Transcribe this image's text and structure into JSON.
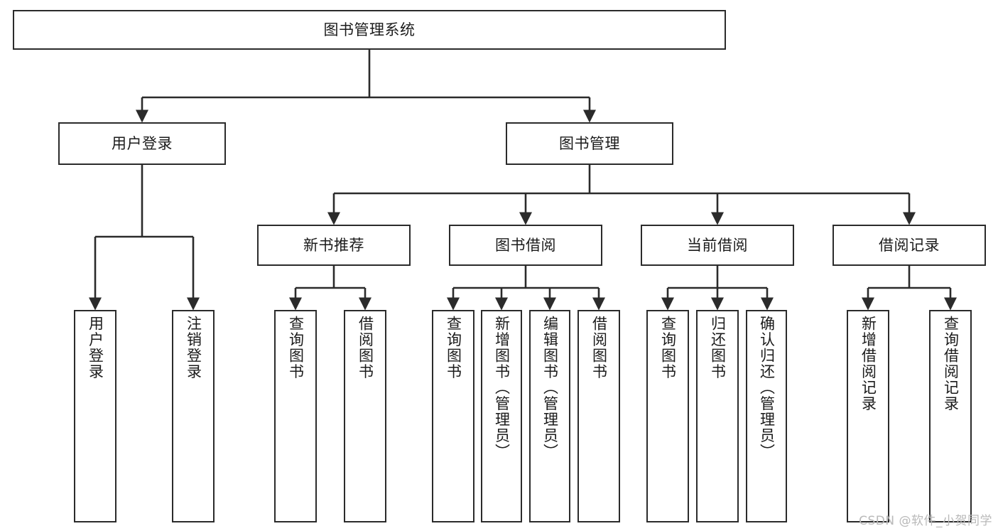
{
  "diagram": {
    "title": "图书管理系统",
    "type": "tree-hierarchy-diagram",
    "root": {
      "id": "root",
      "label": "图书管理系统",
      "level": 0
    },
    "level2": [
      {
        "id": "user-login",
        "label": "用户登录"
      },
      {
        "id": "book-manage",
        "label": "图书管理"
      }
    ],
    "level3": [
      {
        "id": "new-book-rec",
        "label": "新书推荐",
        "parent": "book-manage"
      },
      {
        "id": "book-borrow",
        "label": "图书借阅",
        "parent": "book-manage"
      },
      {
        "id": "current-borrow",
        "label": "当前借阅",
        "parent": "book-manage"
      },
      {
        "id": "borrow-record",
        "label": "借阅记录",
        "parent": "book-manage"
      }
    ],
    "leaves": [
      {
        "id": "leaf-user-login",
        "label": "用户登录",
        "parent": "user-login"
      },
      {
        "id": "leaf-logout",
        "label": "注销登录",
        "parent": "user-login"
      },
      {
        "id": "leaf-query-book-1",
        "label": "查询图书",
        "parent": "new-book-rec"
      },
      {
        "id": "leaf-borrow-book-1",
        "label": "借阅图书",
        "parent": "new-book-rec"
      },
      {
        "id": "leaf-query-book-2",
        "label": "查询图书",
        "parent": "book-borrow"
      },
      {
        "id": "leaf-add-book",
        "label": "新增图书（管理员）",
        "parent": "book-borrow"
      },
      {
        "id": "leaf-edit-book",
        "label": "编辑图书（管理员）",
        "parent": "book-borrow"
      },
      {
        "id": "leaf-borrow-book-2",
        "label": "借阅图书",
        "parent": "book-borrow"
      },
      {
        "id": "leaf-query-book-3",
        "label": "查询图书",
        "parent": "current-borrow"
      },
      {
        "id": "leaf-return-book",
        "label": "归还图书",
        "parent": "current-borrow"
      },
      {
        "id": "leaf-confirm-return",
        "label": "确认归还（管理员）",
        "parent": "current-borrow"
      },
      {
        "id": "leaf-add-record",
        "label": "新增借阅记录",
        "parent": "borrow-record"
      },
      {
        "id": "leaf-query-record",
        "label": "查询借阅记录",
        "parent": "borrow-record"
      }
    ],
    "colors": {
      "stroke": "#2b2b2b",
      "fill": "#ffffff",
      "text": "#1b1b1b",
      "watermark": "#b9b9b9"
    }
  },
  "watermark": {
    "text": "CSDN @软件_小贺同学"
  }
}
